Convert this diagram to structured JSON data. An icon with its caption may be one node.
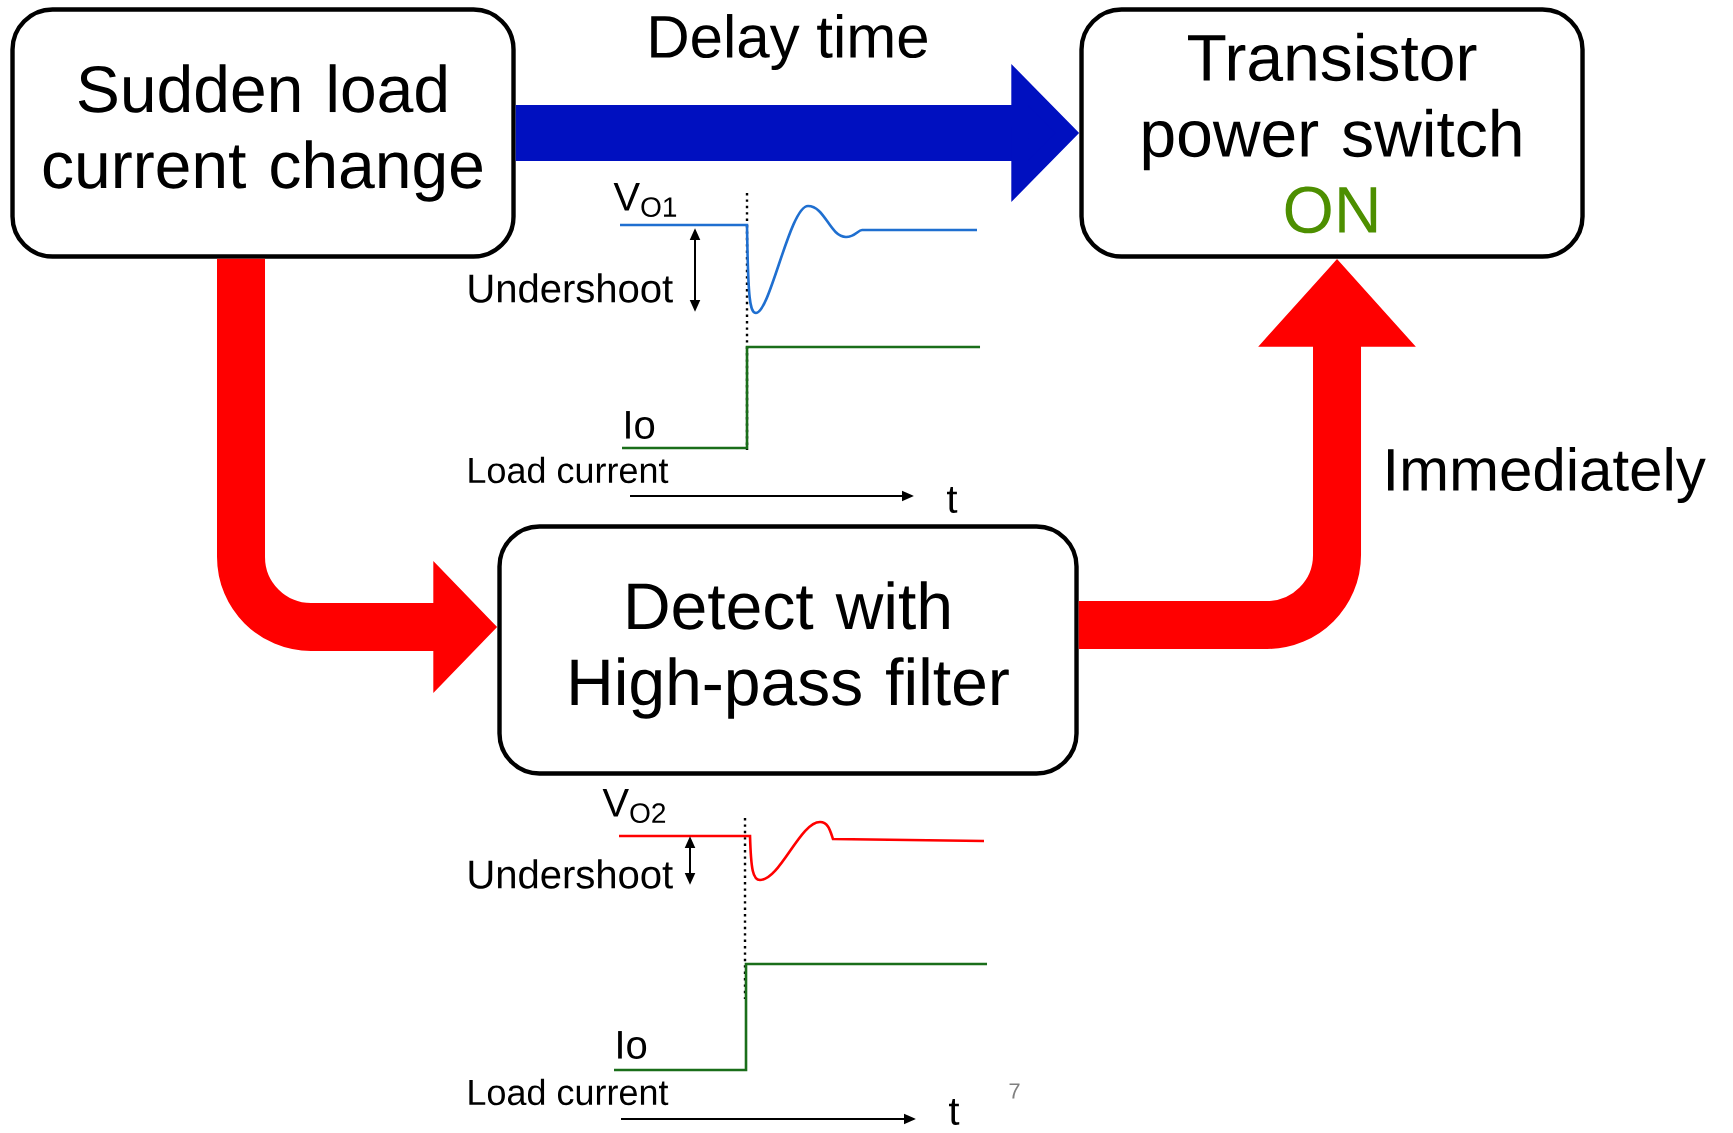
{
  "diagram": {
    "nodes": [
      {
        "text": [
          "Sudden load current change"
        ]
      },
      {
        "text": [
          "Transistor power switch",
          "ON"
        ]
      },
      {
        "text": [
          "Detect with High-pass filter"
        ]
      }
    ],
    "edges": [
      {
        "from": 0,
        "to": 1,
        "arrow": "to",
        "label": "Delay time",
        "color": "#0010c0"
      },
      {
        "from": 0,
        "to": 2,
        "arrow": "to"
      },
      {
        "from": 2,
        "to": 1,
        "arrow": "to",
        "label": "Immediately"
      }
    ],
    "labels": [
      "V$_{O1}$",
      "Undershoot",
      "Io",
      "Load current",
      "t",
      "V$_{O2}$",
      "Undershoot",
      "Io",
      "Load current",
      "t",
      "7"
    ]
  }
}
